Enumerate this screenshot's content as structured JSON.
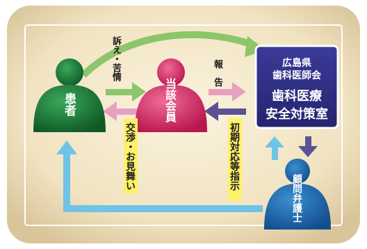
{
  "diagram": {
    "nodes": {
      "patient": "患者",
      "member": "当該会員",
      "office": {
        "line1": "広島県",
        "line2": "歯科医師会",
        "line3": "歯科医療",
        "line4": "安全対策室"
      },
      "advisor": "顧問弁護士"
    },
    "edges": {
      "complaint": "訴え・苦情",
      "report_1": "報",
      "report_2": "告",
      "negotiation": "交渉・お見舞い",
      "instruction": "初期対応等指示"
    },
    "colors": {
      "green": "#8cc56a",
      "pink": "#e7a0c0",
      "purple": "#5a5294",
      "blue": "#6fc3e6",
      "yellow_tag": "#fef06a",
      "office_box": "#2f2f86",
      "patient_figure": "#1e7a3a",
      "member_figure": "#e9437c",
      "advisor_figure": "#1e6fb4"
    }
  }
}
